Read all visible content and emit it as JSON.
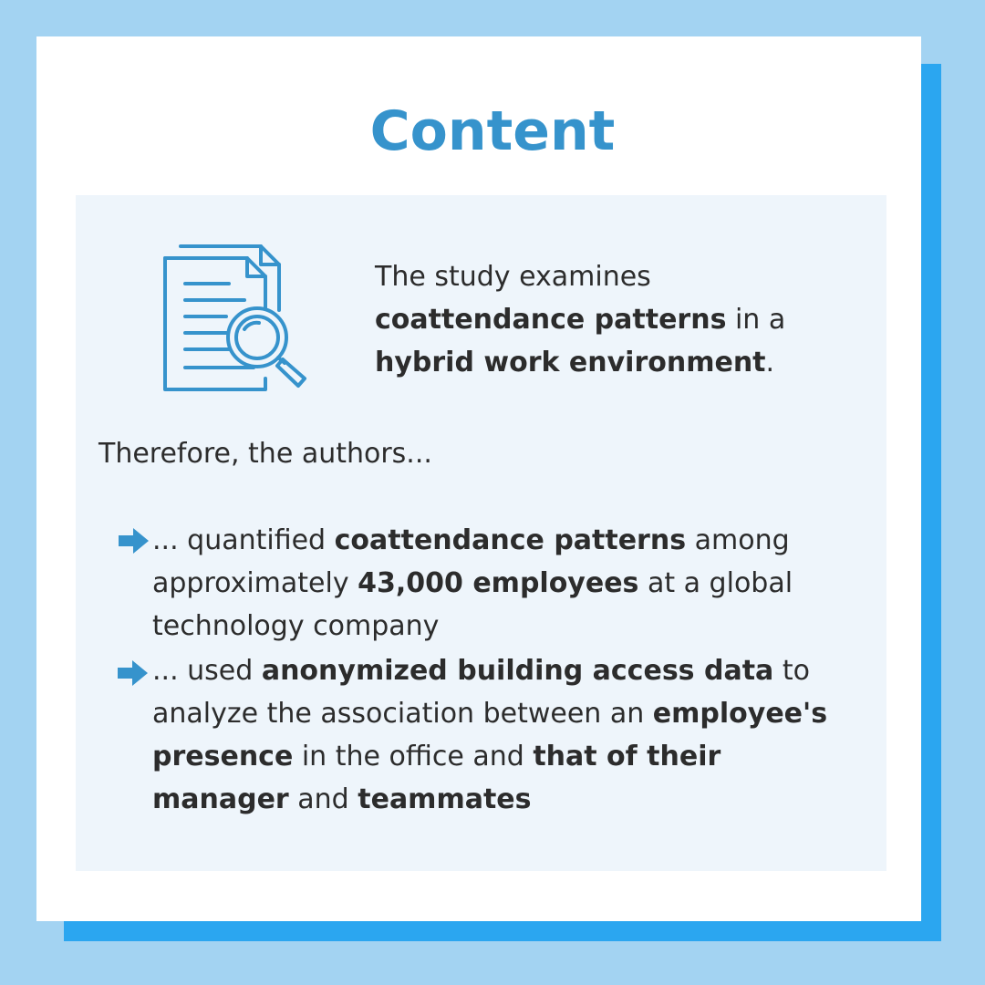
{
  "title": "Content",
  "intro": {
    "p1": "The study examines ",
    "b1": "coattendance patterns",
    "p2": " in a ",
    "b2": "hybrid work environment",
    "p3": "."
  },
  "therefore": "Therefore, the authors...",
  "bullets": [
    {
      "icon": "arrow-right-icon",
      "p1": " ... quantified ",
      "b1": "coattendance patterns",
      "p2": " among approximately ",
      "b2": "43,000 employees",
      "p3": " at a global technology company"
    },
    {
      "icon": "arrow-right-icon",
      "p1": "... used ",
      "b1": "anonymized building access data",
      "p2": " to analyze the association between an ",
      "b2": "employee's presence",
      "p3": " in the office and ",
      "b3": "that of their manager",
      "p4": " and ",
      "b4": "teammates"
    }
  ],
  "icons": {
    "document": "document-search-icon"
  },
  "colors": {
    "background": "#a3d3f2",
    "shadow": "#2ba6f0",
    "card": "#ffffff",
    "panel": "#eef5fb",
    "accent": "#3693cc",
    "text": "#2c2c2c"
  }
}
